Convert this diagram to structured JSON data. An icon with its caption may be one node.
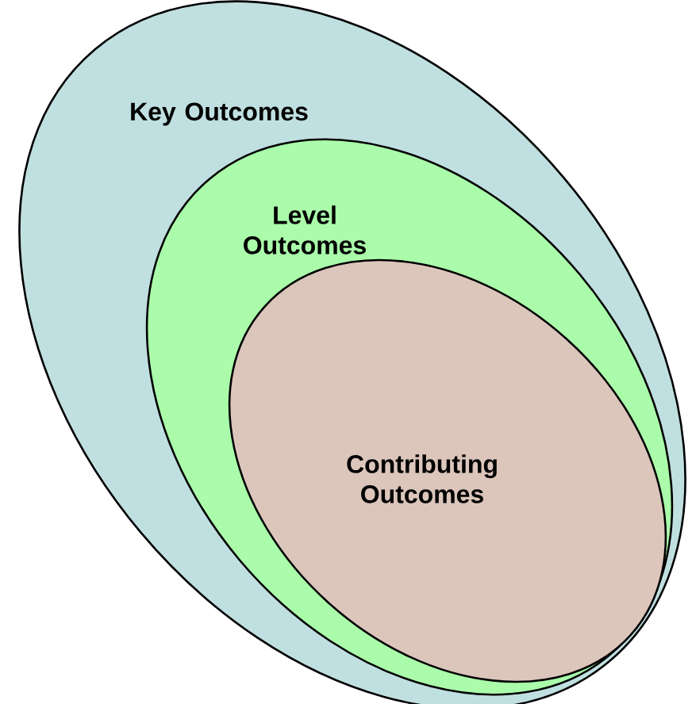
{
  "diagram": {
    "nodes": [
      {
        "text": [
          "Key Outcomes"
        ]
      },
      {
        "text": [
          "Level Outcomes"
        ],
        "in": 0
      },
      {
        "text": [
          "Contributing Outcomes"
        ],
        "in": 1
      }
    ]
  }
}
